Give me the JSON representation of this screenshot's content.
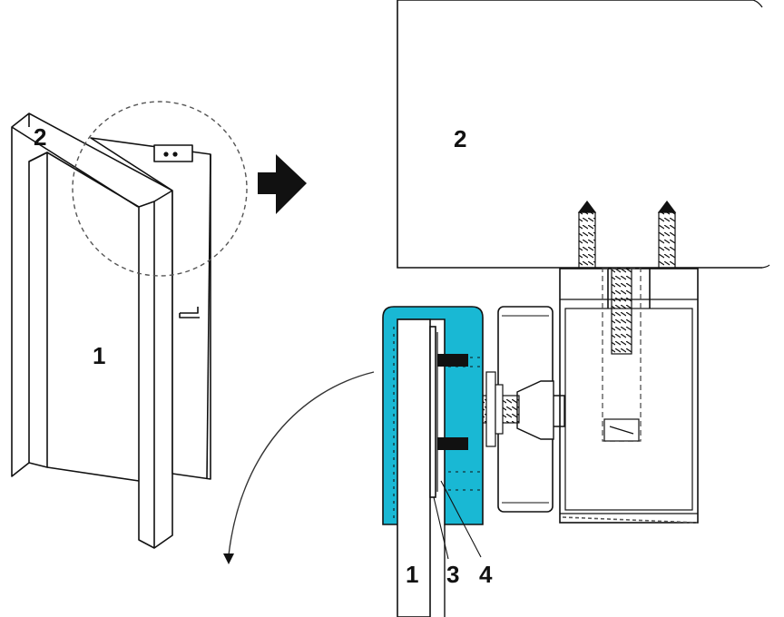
{
  "labels": {
    "door_left": "1",
    "frame_left": "2",
    "frame_detail": "2",
    "door_detail": "1",
    "part_3": "3",
    "part_4": "4"
  },
  "colors": {
    "line": "#111111",
    "clip_fill": "#19b8d4",
    "dash": "#555555"
  }
}
